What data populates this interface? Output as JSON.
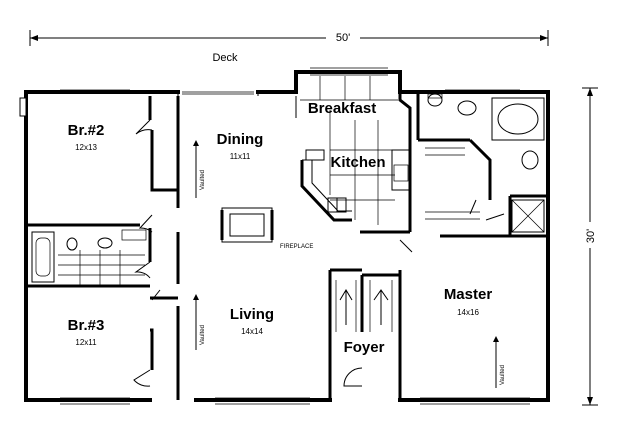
{
  "overall": {
    "width": "50'",
    "depth": "30'"
  },
  "deck": {
    "label": "Deck"
  },
  "rooms": {
    "br2": {
      "name": "Br.#2",
      "size": "12x13"
    },
    "br3": {
      "name": "Br.#3",
      "size": "12x11"
    },
    "dining": {
      "name": "Dining",
      "size": "11x11"
    },
    "breakfast": {
      "name": "Breakfast"
    },
    "kitchen": {
      "name": "Kitchen"
    },
    "living": {
      "name": "Living",
      "size": "14x14"
    },
    "master": {
      "name": "Master",
      "size": "14x16"
    },
    "foyer": {
      "name": "Foyer"
    }
  },
  "fireplace": {
    "label": "FIREPLACE"
  },
  "vaulted": {
    "label": "Vaulted"
  }
}
